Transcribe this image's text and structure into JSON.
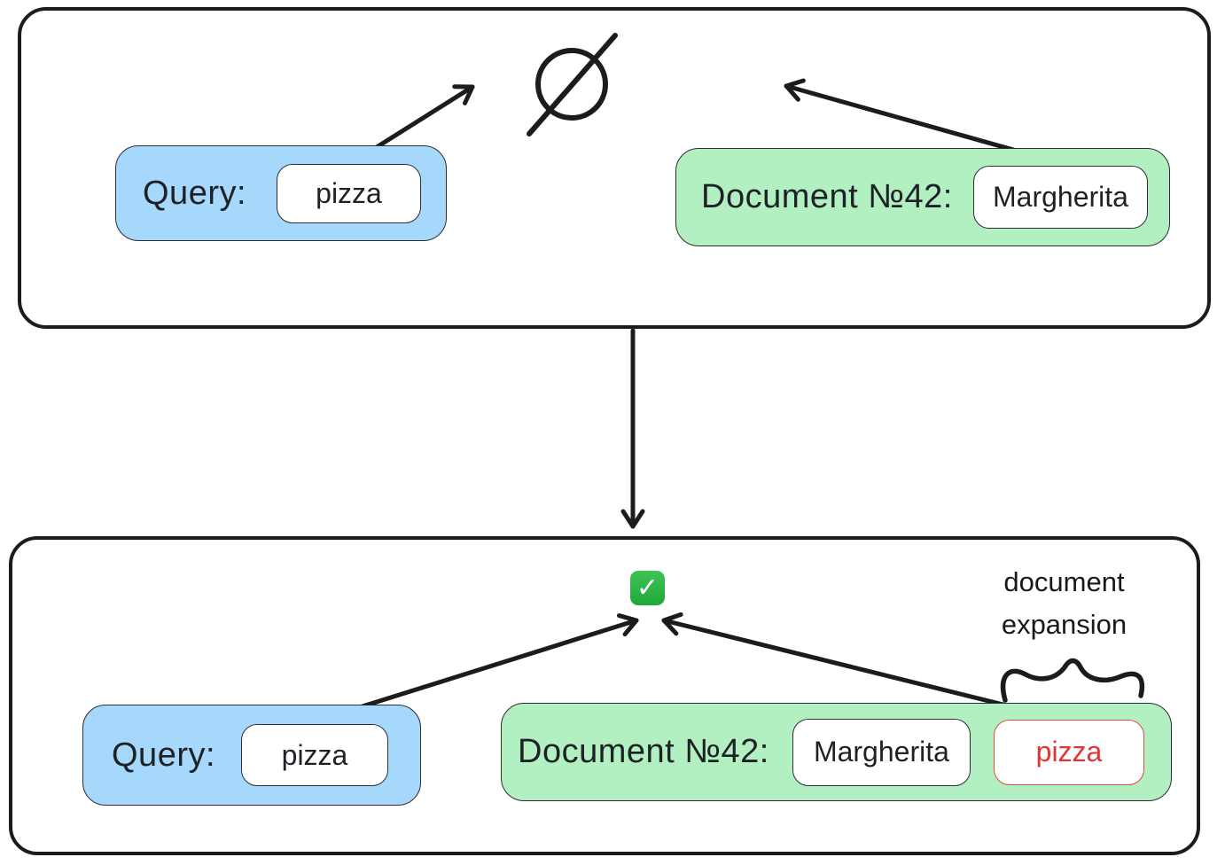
{
  "diagram": {
    "before": {
      "query_label": "Query:",
      "query_term": "pizza",
      "doc_label": "Document №42:",
      "doc_term": "Margherita",
      "result_icon": "empty-set"
    },
    "after": {
      "query_label": "Query:",
      "query_term": "pizza",
      "doc_label": "Document №42:",
      "doc_term": "Margherita",
      "expansion_term": "pizza",
      "annotation": "document expansion",
      "result_icon": "check-mark",
      "check_glyph": "✓"
    }
  },
  "colors": {
    "query_chip_bg": "#a5d8fa",
    "document_chip_bg": "#b2f0c2",
    "expansion_text": "#e03530",
    "expansion_border": "#e04a40",
    "check_green": "#2bb34b",
    "ink": "#1c1c1c"
  }
}
